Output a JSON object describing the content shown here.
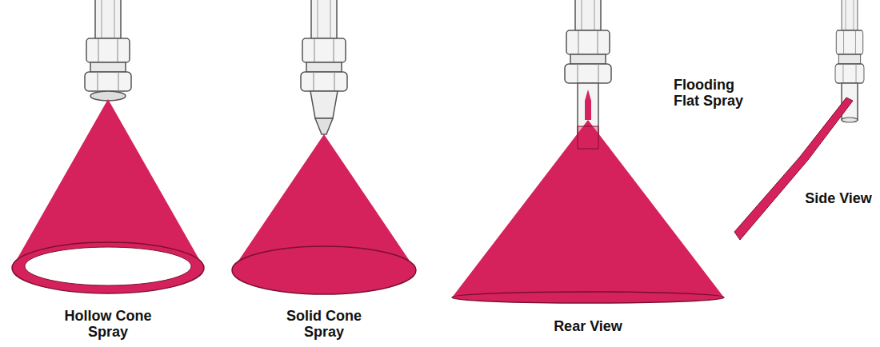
{
  "diagram": {
    "labels": [
      "Hollow Cone Spray",
      "Solid Cone Spray",
      "Flooding Flat Spray",
      "Rear View",
      "Side View"
    ]
  }
}
